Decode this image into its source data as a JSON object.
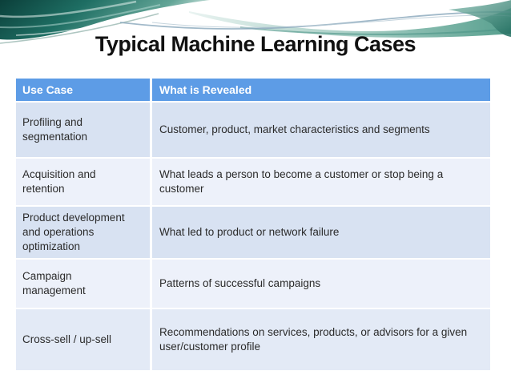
{
  "slide": {
    "title": "Typical Machine Learning Cases"
  },
  "table": {
    "headers": {
      "use_case": "Use Case",
      "revealed": "What is Revealed"
    },
    "rows": [
      {
        "use_case": "Profiling and segmentation",
        "revealed": "Customer, product, market characteristics and segments"
      },
      {
        "use_case": "Acquisition and retention",
        "revealed": "What leads a person to become a customer or stop being a customer"
      },
      {
        "use_case": "Product development and operations optimization",
        "revealed": "What led to product or network failure"
      },
      {
        "use_case": "Campaign management",
        "revealed": "Patterns of successful campaigns"
      },
      {
        "use_case": "Cross-sell / up-sell",
        "revealed": "Recommendations on services, products, or advisors for a given user/customer profile"
      }
    ]
  },
  "colors": {
    "header_bg": "#5D9CE6",
    "header_text": "#FFFFFF",
    "row_odd_bg": "#D8E2F2",
    "row_even_bg": "#EDF1FA",
    "row_last_bg": "#E3EAF6",
    "cell_text": "#2B2B2B",
    "title_text": "#111111",
    "wave_dark_teal": "#0B3F3A",
    "wave_light_teal": "#9CC8BD"
  },
  "icons": {
    "wave_decoration": "teal-wave-swoosh"
  }
}
